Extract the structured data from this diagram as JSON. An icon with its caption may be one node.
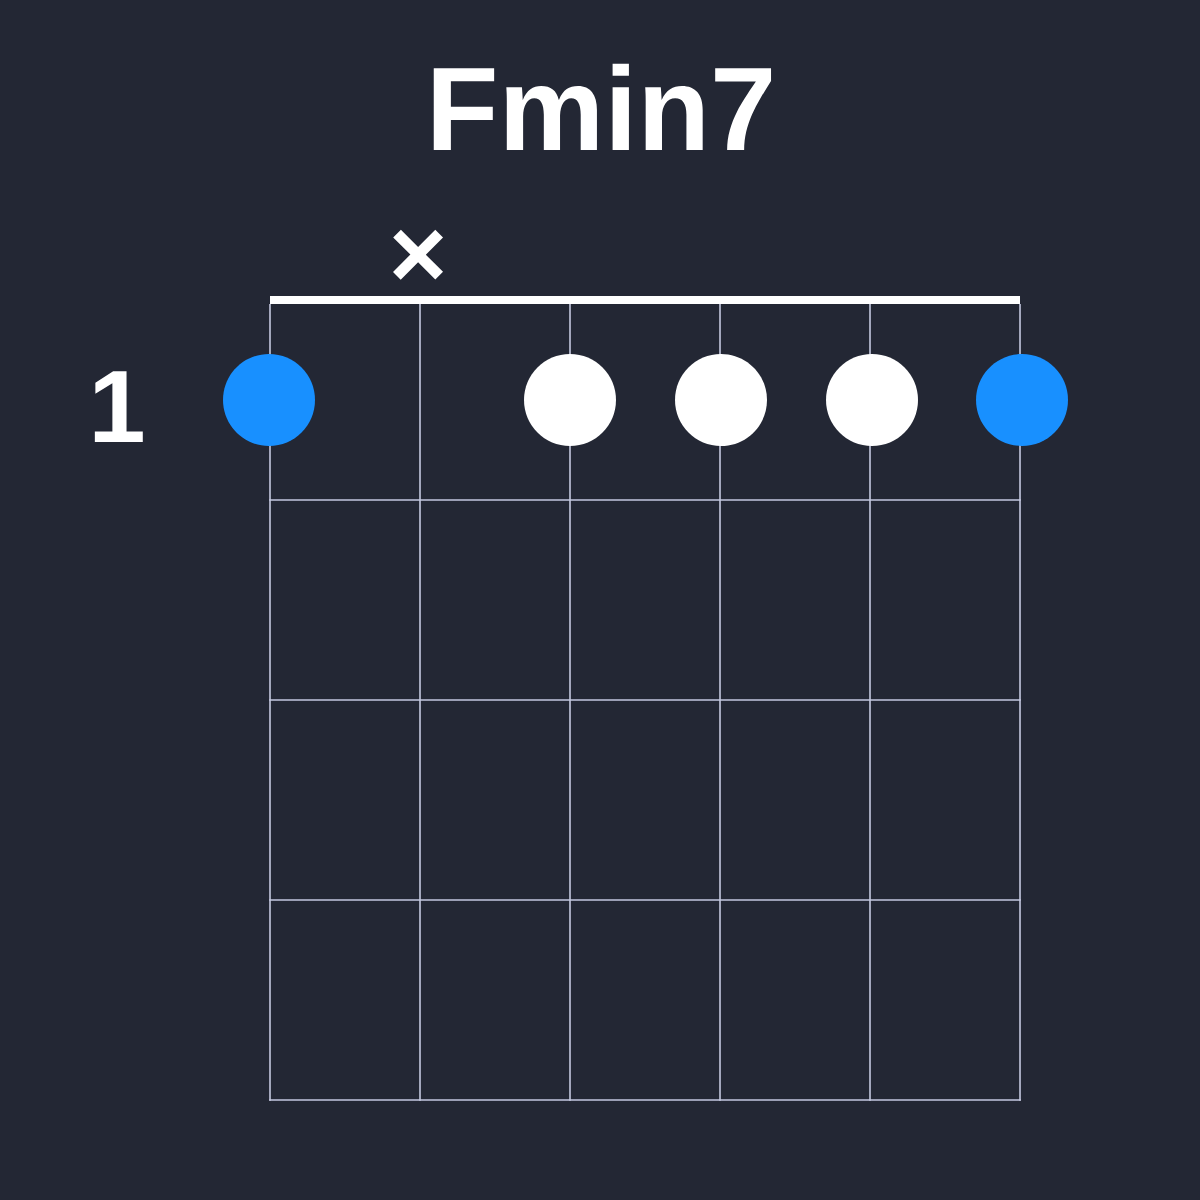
{
  "diagram": {
    "title": "Fmin7",
    "nodes": [
      {
        "text": [],
        "shape": "circle"
      },
      {
        "text": [],
        "shape": "circle"
      },
      {
        "text": [],
        "shape": "circle"
      },
      {
        "text": [],
        "shape": "circle"
      },
      {
        "text": [],
        "shape": "circle"
      }
    ],
    "labels": [
      "×",
      "1"
    ]
  }
}
